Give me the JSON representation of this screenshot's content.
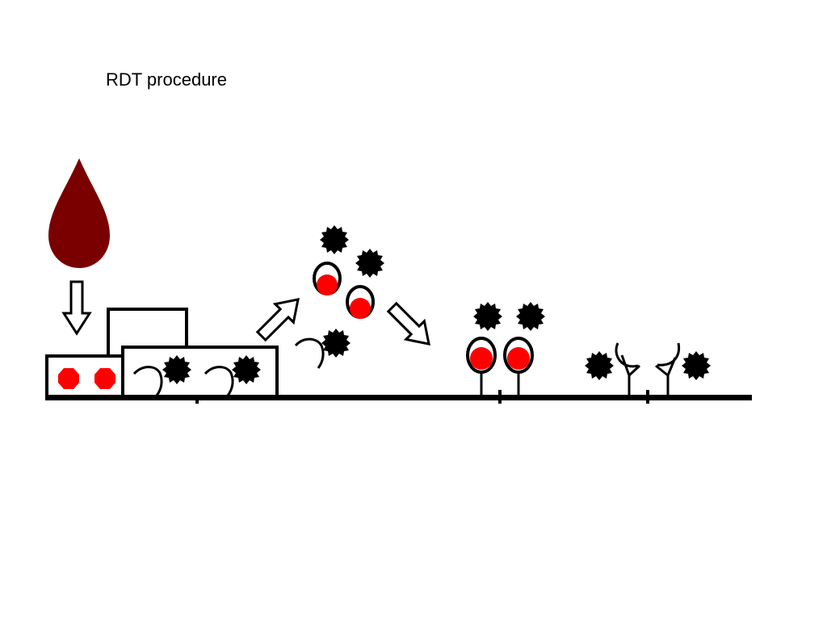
{
  "slide": {
    "title": "RDT procedure"
  },
  "colors": {
    "blood_drop": "#7a0000",
    "antigen_red": "#ff0000",
    "ink": "#000000",
    "background": "#ffffff"
  },
  "diagram": {
    "elements": [
      {
        "name": "blood-drop",
        "kind": "sample drop"
      },
      {
        "name": "sample-pad",
        "kind": "pad with 2 red antigens"
      },
      {
        "name": "conjugate-pad",
        "kind": "pad with 2 labeled antibodies"
      },
      {
        "name": "conjugate-complexes",
        "kind": "antigen–antibody complexes"
      },
      {
        "name": "test-line",
        "kind": "2 captured complexes"
      },
      {
        "name": "control-line",
        "kind": "2 captured labeled antibodies"
      },
      {
        "name": "flow-arrows",
        "kind": "down, up-right, down-right"
      }
    ]
  }
}
